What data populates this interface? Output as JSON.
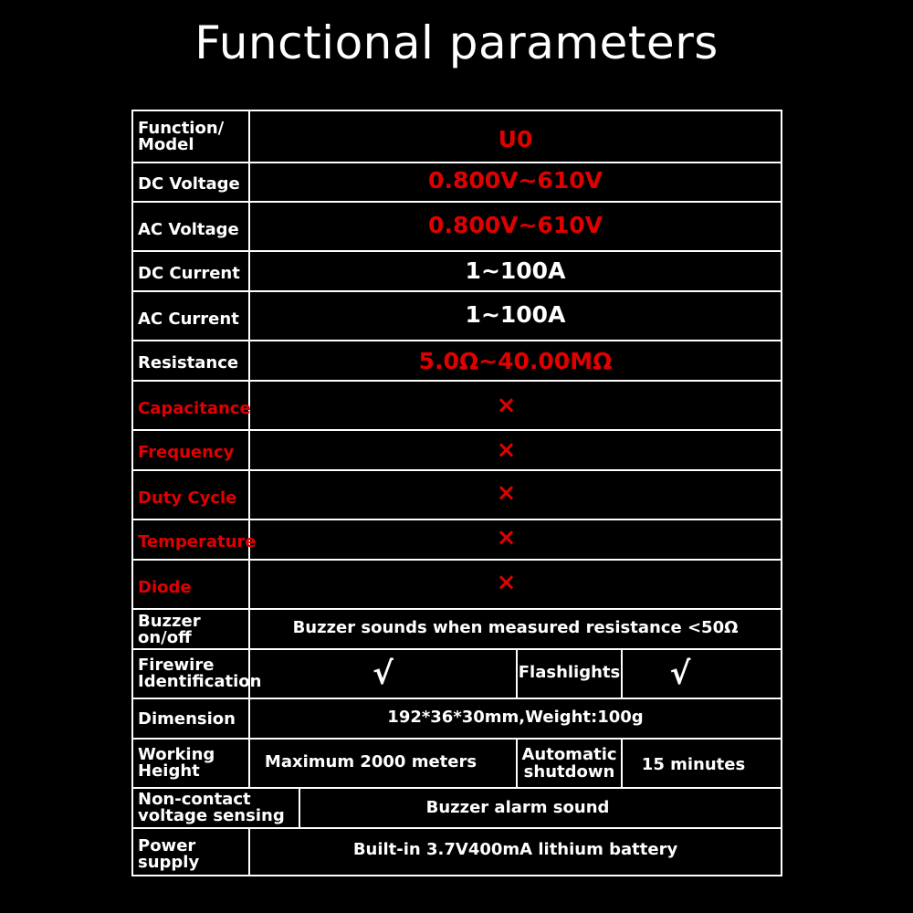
{
  "title": "Functional parameters",
  "colors": {
    "accent_red": "#e00000",
    "background": "#000000",
    "text": "#ffffff"
  },
  "rows": {
    "model": {
      "label": "Function/\nModel",
      "value": "U0"
    },
    "dc_voltage": {
      "label": "DC Voltage",
      "value": "0.800V~610V"
    },
    "ac_voltage": {
      "label": "AC Voltage",
      "value": "0.800V~610V"
    },
    "dc_current": {
      "label": "DC Current",
      "value": "1~100A"
    },
    "ac_current": {
      "label": "AC Current",
      "value": "1~100A"
    },
    "resistance": {
      "label": "Resistance",
      "value": "5.0Ω~40.00MΩ"
    },
    "capacitance": {
      "label": "Capacitance",
      "value": "×"
    },
    "frequency": {
      "label": "Frequency",
      "value": "×"
    },
    "duty_cycle": {
      "label": "Duty Cycle",
      "value": "×"
    },
    "temperature": {
      "label": "Temperature",
      "value": "×"
    },
    "diode": {
      "label": "Diode",
      "value": "×"
    },
    "buzzer": {
      "label": "Buzzer on/off",
      "value": "Buzzer sounds when measured resistance <50Ω"
    },
    "firewire": {
      "label": "Firewire\nIdentification",
      "value": "√",
      "label2": "Flashlights",
      "value2": "√"
    },
    "dimension": {
      "label": "Dimension",
      "value": "192*36*30mm,Weight:100g"
    },
    "working_height": {
      "label": "Working\nHeight",
      "value": "Maximum 2000 meters",
      "label2": "Automatic\nshutdown",
      "value2": "15 minutes"
    },
    "ncv": {
      "label": "Non-contact\nvoltage sensing",
      "value": "Buzzer alarm sound"
    },
    "power": {
      "label": "Power supply",
      "value": "Built-in 3.7V400mA lithium battery"
    }
  }
}
